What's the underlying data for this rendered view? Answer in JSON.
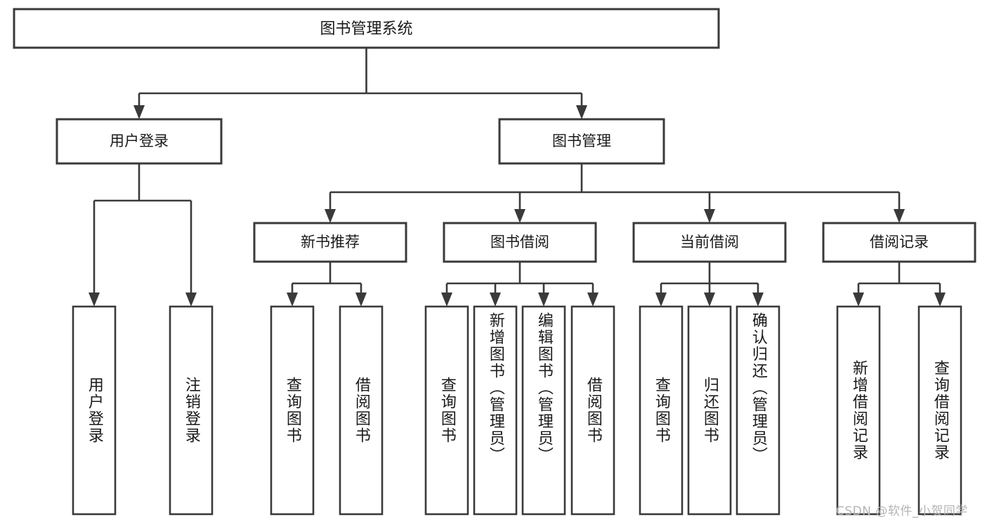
{
  "diagram": {
    "title": "图书管理系统",
    "type": "tree-hierarchy",
    "root": {
      "id": "root",
      "label": "图书管理系统"
    },
    "level2": [
      {
        "id": "user-login",
        "label": "用户登录"
      },
      {
        "id": "book-management",
        "label": "图书管理"
      }
    ],
    "level3": [
      {
        "id": "new-book-recommend",
        "label": "新书推荐",
        "parent": "book-management"
      },
      {
        "id": "book-borrow",
        "label": "图书借阅",
        "parent": "book-management"
      },
      {
        "id": "current-borrow",
        "label": "当前借阅",
        "parent": "book-management"
      },
      {
        "id": "borrow-record",
        "label": "借阅记录",
        "parent": "book-management"
      }
    ],
    "leaves": {
      "user-login": [
        {
          "id": "leaf-user-login",
          "label": "用户登录"
        },
        {
          "id": "leaf-user-logout",
          "label": "注销登录"
        }
      ],
      "new-book-recommend": [
        {
          "id": "leaf-query-book-1",
          "label": "查询图书"
        },
        {
          "id": "leaf-borrow-book-1",
          "label": "借阅图书"
        }
      ],
      "book-borrow": [
        {
          "id": "leaf-query-book-2",
          "label": "查询图书"
        },
        {
          "id": "leaf-add-book",
          "label": "新增图书（管理员）"
        },
        {
          "id": "leaf-edit-book",
          "label": "编辑图书（管理员）"
        },
        {
          "id": "leaf-borrow-book-2",
          "label": "借阅图书"
        }
      ],
      "current-borrow": [
        {
          "id": "leaf-query-book-3",
          "label": "查询图书"
        },
        {
          "id": "leaf-return-book",
          "label": "归还图书"
        },
        {
          "id": "leaf-confirm-return",
          "label": "确认归还（管理员）"
        }
      ],
      "borrow-record": [
        {
          "id": "leaf-add-record",
          "label": "新增借阅记录"
        },
        {
          "id": "leaf-query-record",
          "label": "查询借阅记录"
        }
      ]
    }
  },
  "watermark": {
    "text": "CSDN @软件_小贺同学"
  },
  "colors": {
    "stroke": "#3a3a3a",
    "fill": "#ffffff",
    "text": "#1a1a1a",
    "watermark": "#b4b4b4"
  }
}
